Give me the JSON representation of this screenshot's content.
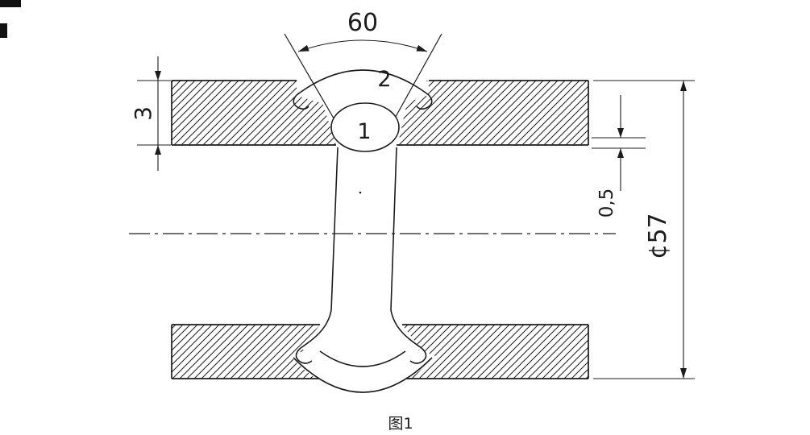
{
  "figure": {
    "caption": "图1",
    "background": "#ffffff",
    "line_color": "#1c1c1c"
  },
  "dimensions": {
    "groove_angle": "60",
    "wall_thickness": "3",
    "root_height": "0,5",
    "diameter": "¢57"
  },
  "weld_passes": {
    "cap_pass": "2",
    "root_pass": "1"
  }
}
